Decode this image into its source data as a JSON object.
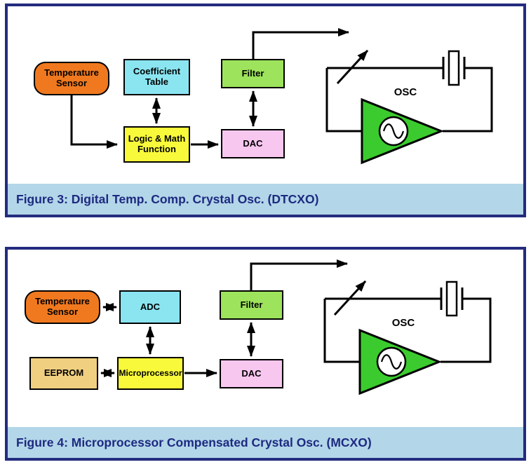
{
  "colors": {
    "panel_border_navy": "#232c7e",
    "caption_background": "#b3d6e9",
    "caption_text_navy": "#1d2a80",
    "temp_sensor_orange": "#f0791f",
    "table_cyan": "#8ae5f1",
    "filter_green": "#9de35b",
    "logic_yellow": "#f9f93b",
    "dac_pink": "#f8c7ef",
    "eeprom_tan": "#f0cf80",
    "amplifier_green": "#3bcb2e",
    "wire_black": "#000000"
  },
  "icons": {
    "varactor": "varactor-arrow-icon",
    "crystal": "crystal-resonator-icon",
    "amplifier": "amplifier-triangle-icon",
    "sine_source": "sine-wave-icon"
  },
  "figure3": {
    "caption": "Figure 3: Digital Temp. Comp. Crystal Osc. (DTCXO)",
    "boxes": {
      "temp_sensor": "Temperature Sensor",
      "coefficient_table": "Coefficient Table",
      "filter": "Filter",
      "logic_math": "Logic & Math Function",
      "dac": "DAC",
      "osc": "OSC"
    }
  },
  "figure4": {
    "caption": "Figure 4: Microprocessor Compensated Crystal Osc. (MCXO)",
    "boxes": {
      "temp_sensor": "Temperature Sensor",
      "adc": "ADC",
      "filter": "Filter",
      "eeprom": "EEPROM",
      "microprocessor": "Microprocessor",
      "dac": "DAC",
      "osc": "OSC"
    }
  }
}
